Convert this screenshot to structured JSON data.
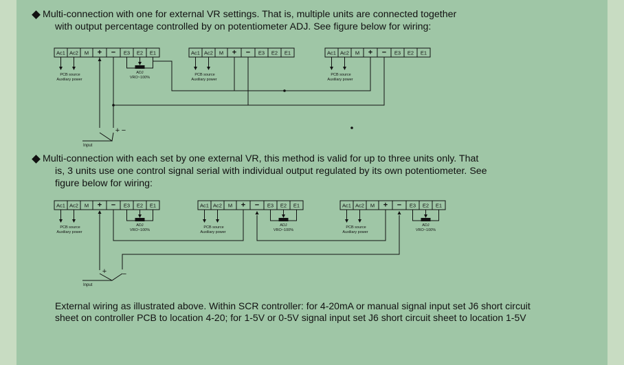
{
  "section1": {
    "line1": "Multi-connection with one for external VR settings. That is, multiple units are connected together",
    "line2": "with output percentage controlled by on potentiometer ADJ. See figure below for wiring:"
  },
  "section2": {
    "line1": "Multi-connection with each set by one external VR, this method is valid for up to three units only. That",
    "line2": "is, 3 units use one control signal serial with individual output regulated by its own potentiometer. See",
    "line3": "figure below for wiring:"
  },
  "terminals": [
    "Ac1",
    "Ac2",
    "M",
    "+",
    "−",
    "E3",
    "E2",
    "E1"
  ],
  "labels": {
    "pcb_source": "PCB source",
    "aux_power": "Auxiliary power",
    "adj": "ADJ",
    "vro": "VRO~100%",
    "input": "Input",
    "plus": "+",
    "minus": "−"
  },
  "footer_note": "External wiring as illustrated above. Within SCR controller: for 4-20mA or manual signal input set J6 short circuit sheet on controller PCB to location 4-20; for 1-5V or 0-5V signal input set J6 short circuit sheet to location 1-5V",
  "colors": {
    "panel": "#9fc6a6",
    "background": "#c8dcc2",
    "line": "#111111"
  }
}
